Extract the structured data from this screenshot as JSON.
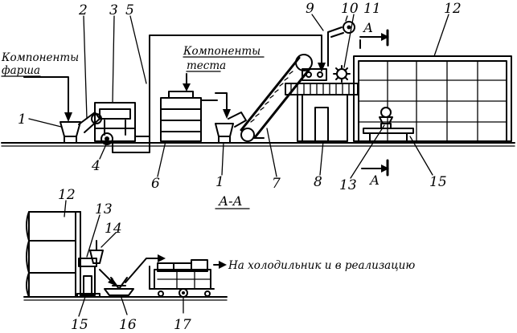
{
  "captions": {
    "mince_components_line1": "Компоненты",
    "mince_components_line2": "фарша",
    "dough_components_line1": "Компоненты",
    "dough_components_line2": "теста",
    "to_fridge": "На холодильник и в реализацию",
    "section_title": "А-А",
    "section_marker_top": "А",
    "section_marker_bottom": "А"
  },
  "labels": {
    "n1a": "1",
    "n2": "2",
    "n3": "3",
    "n5": "5",
    "n9": "9",
    "n10": "10",
    "n11": "11",
    "n12": "12",
    "n4": "4",
    "n6": "6",
    "n1b": "1",
    "n7": "7",
    "n8": "8",
    "n13": "13",
    "n15": "15",
    "b12": "12",
    "b13": "13",
    "b14": "14",
    "b15": "15",
    "b16": "16",
    "b17": "17"
  }
}
